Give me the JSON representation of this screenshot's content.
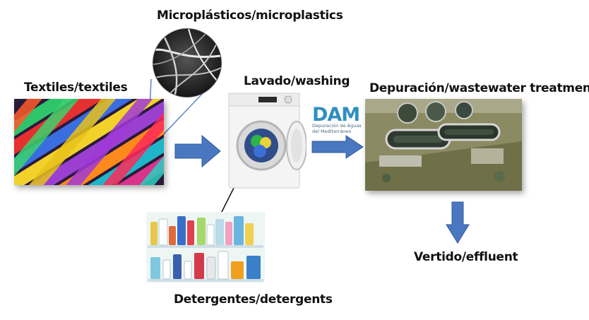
{
  "labels": {
    "microplastics": "Microplásticos/microplastics",
    "textiles": "Textiles/textiles",
    "washing": "Lavado/washing",
    "treatment": "Depuración/wastewater treatment",
    "effluent": "Vertido/effluent",
    "detergents": "Detergentes/detergents"
  },
  "logo": {
    "mark": "DAM",
    "line1": "Depuración de Aguas",
    "line2": "del Mediterráneo"
  },
  "colors": {
    "arrow": "#4a78c0",
    "logo": "#2f8fc0"
  }
}
